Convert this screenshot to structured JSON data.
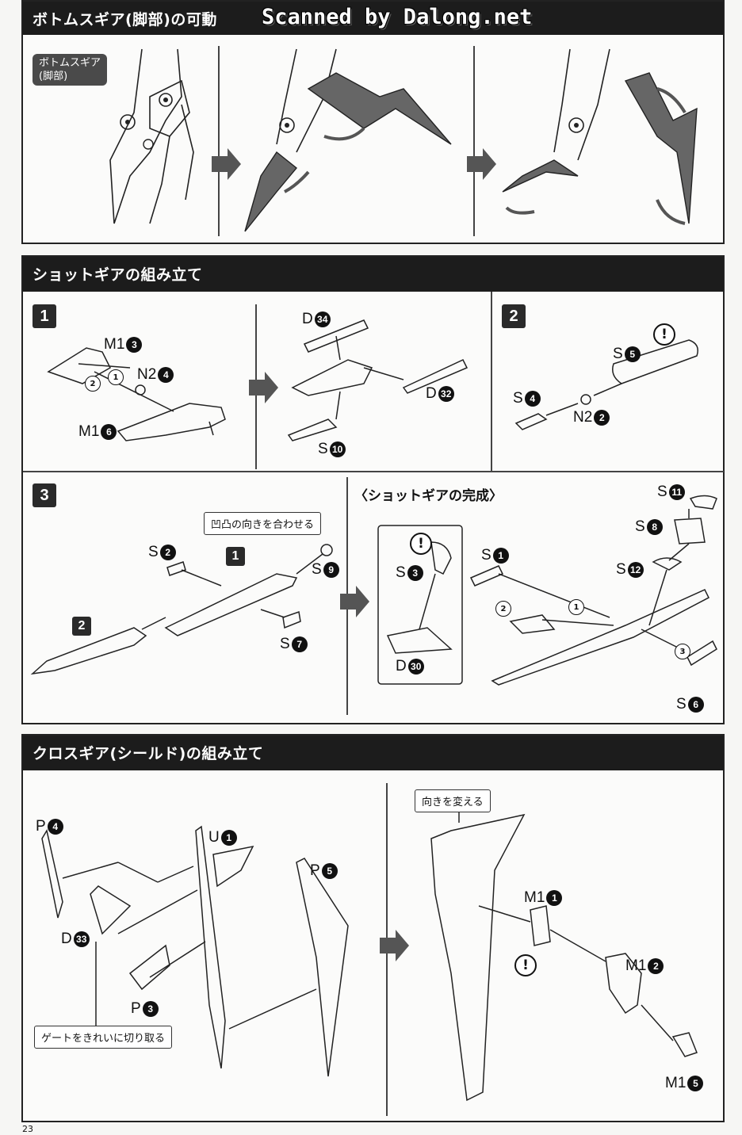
{
  "watermark": "Scanned by Dalong.net",
  "page_number": "23",
  "section1": {
    "title": "ボトムスギア(脚部)の可動",
    "tag_line1": "ボトムスギア",
    "tag_line2": "(脚部)"
  },
  "section2": {
    "title": "ショットギアの組み立て",
    "step1": "1",
    "step2": "2",
    "step3": "3",
    "complete_title": "〈ショットギアの完成〉",
    "callout_align": "凹凸の向きを合わせる",
    "parts": {
      "m1_3": {
        "letter": "M1",
        "num": "3"
      },
      "n2_4": {
        "letter": "N2",
        "num": "4"
      },
      "m1_6": {
        "letter": "M1",
        "num": "6"
      },
      "d_34": {
        "letter": "D",
        "num": "34"
      },
      "d_32": {
        "letter": "D",
        "num": "32"
      },
      "s_10": {
        "letter": "S",
        "num": "10"
      },
      "s_5": {
        "letter": "S",
        "num": "5"
      },
      "s_4": {
        "letter": "S",
        "num": "4"
      },
      "n2_2": {
        "letter": "N2",
        "num": "2"
      },
      "s_2": {
        "letter": "S",
        "num": "2"
      },
      "s_9": {
        "letter": "S",
        "num": "9"
      },
      "s_7": {
        "letter": "S",
        "num": "7"
      },
      "s_3": {
        "letter": "S",
        "num": "3"
      },
      "d_30": {
        "letter": "D",
        "num": "30"
      },
      "s_1": {
        "letter": "S",
        "num": "1"
      },
      "s_11": {
        "letter": "S",
        "num": "11"
      },
      "s_8": {
        "letter": "S",
        "num": "8"
      },
      "s_12": {
        "letter": "S",
        "num": "12"
      },
      "s_6": {
        "letter": "S",
        "num": "6"
      }
    },
    "inline_badges": {
      "step1_sub": "1",
      "step2_sub": "2",
      "step1_sub_b": "1",
      "step2_sub_b": "2",
      "step3_sub": "3",
      "step1_box": "1",
      "step2_box": "2"
    }
  },
  "section3": {
    "title": "クロスギア(シールド)の組み立て",
    "callout_gate": "ゲートをきれいに切り取る",
    "callout_turn": "向きを変える",
    "parts": {
      "p_4": {
        "letter": "P",
        "num": "4"
      },
      "u_1": {
        "letter": "U",
        "num": "1"
      },
      "p_5": {
        "letter": "P",
        "num": "5"
      },
      "d_33": {
        "letter": "D",
        "num": "33"
      },
      "p_3": {
        "letter": "P",
        "num": "3"
      },
      "m1_1": {
        "letter": "M1",
        "num": "1"
      },
      "m1_2": {
        "letter": "M1",
        "num": "2"
      },
      "m1_5": {
        "letter": "M1",
        "num": "5"
      }
    }
  },
  "warning_mark": "!"
}
